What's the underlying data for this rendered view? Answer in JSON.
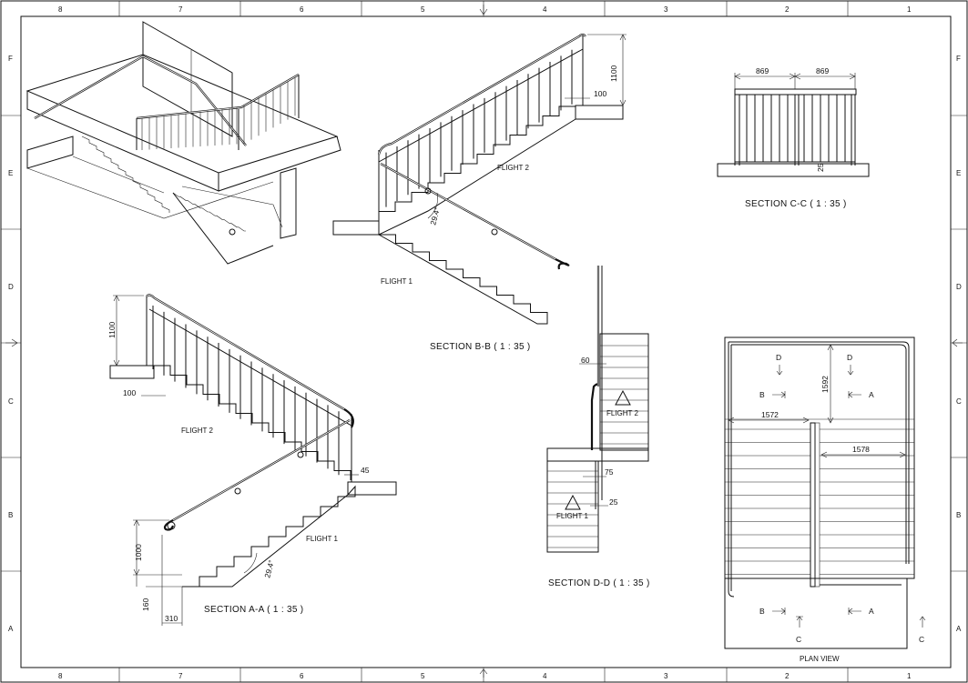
{
  "border": {
    "top_numbers": [
      "8",
      "7",
      "6",
      "5",
      "4",
      "3",
      "2",
      "1"
    ],
    "bottom_numbers": [
      "8",
      "7",
      "6",
      "5",
      "4",
      "3",
      "2",
      "1"
    ],
    "left_letters": [
      "F",
      "E",
      "D",
      "C",
      "B",
      "A"
    ],
    "right_letters": [
      "F",
      "E",
      "D",
      "C",
      "B",
      "A"
    ]
  },
  "section_aa": {
    "caption": "SECTION A-A ( 1 : 35 )",
    "flight1": "FLIGHT 1",
    "flight2": "FLIGHT 2",
    "dim_1100": "1100",
    "dim_100": "100",
    "dim_45": "45",
    "dim_1000": "1000",
    "dim_160": "160",
    "dim_310": "310",
    "angle": "29.4°"
  },
  "section_bb": {
    "caption": "SECTION B-B ( 1 : 35 )",
    "flight1": "FLIGHT 1",
    "flight2": "FLIGHT 2",
    "dim_1100": "1100",
    "dim_100": "100",
    "angle": "29.4°"
  },
  "section_cc": {
    "caption": "SECTION C-C ( 1 : 35 )",
    "dim_left": "869",
    "dim_right": "869",
    "dim_small": "25"
  },
  "section_dd": {
    "caption": "SECTION D-D ( 1 : 35 )",
    "flight1": "FLIGHT 1",
    "flight2": "FLIGHT 2",
    "dim_60": "60",
    "dim_75": "75",
    "dim_25": "25"
  },
  "plan_view": {
    "caption": "PLAN VIEW",
    "dim_1572": "1572",
    "dim_1578": "1578",
    "dim_1592": "1592",
    "markers": {
      "a": "A",
      "b": "B",
      "c": "C",
      "d": "D"
    }
  }
}
